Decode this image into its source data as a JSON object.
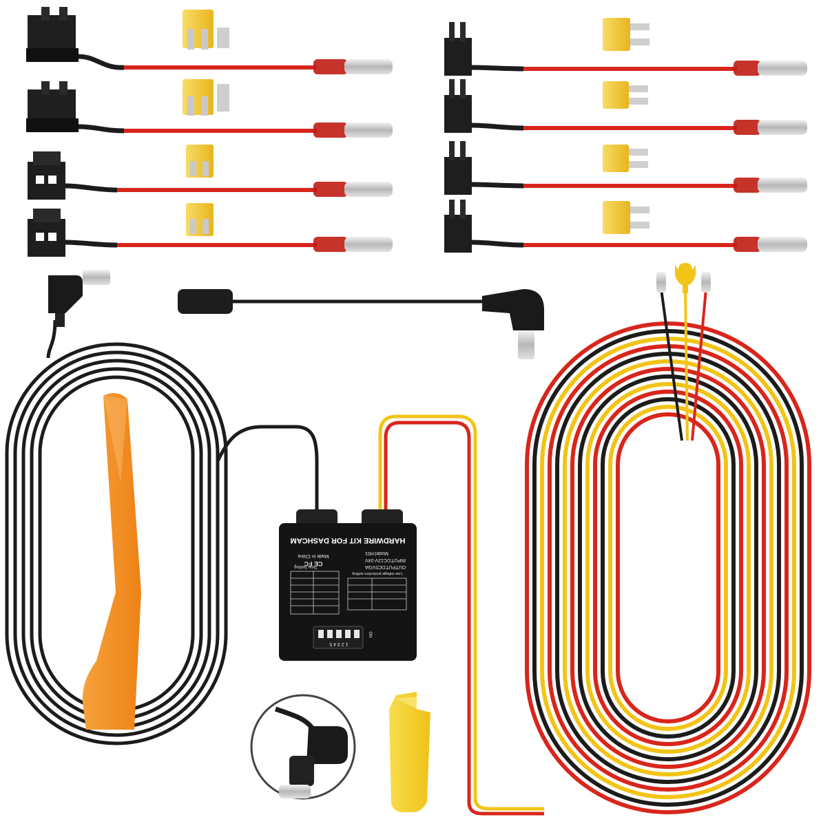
{
  "colors": {
    "background": "#ffffff",
    "wire_red": "#d8261c",
    "wire_black": "#1c1c1c",
    "wire_yellow": "#f2c417",
    "fuse_yellow": "#f4cf3a",
    "pry_tool_orange": "#f39123",
    "box_black": "#141414",
    "connector_black": "#222222"
  },
  "icons": {
    "fuse_tap": "fuse-tap-icon",
    "blade_fuse": "blade-fuse-icon",
    "usb_c_plug": "usb-c-plug-icon",
    "pry_tool": "pry-tool-icon",
    "fork_terminal": "fork-terminal-icon"
  },
  "module": {
    "title": "HARDWIRE KIT FOR DASHCAM",
    "model": "Model:H01",
    "input": "INPUT:DC12V-24V",
    "output": "OUTPUT:DC5V/3A",
    "made_in": "Made in China",
    "certs": "CE FC",
    "table_left_header": "Time Setting",
    "table_right_header": "Low voltage protection setting",
    "dip_labels": "1 2 3 4 5",
    "dip_caption": "ON"
  },
  "left_fuse_taps": [
    {
      "type": "standard"
    },
    {
      "type": "standard"
    },
    {
      "type": "low-profile-mini"
    },
    {
      "type": "low-profile-mini"
    }
  ],
  "right_fuse_taps": [
    {
      "type": "micro2"
    },
    {
      "type": "micro2"
    },
    {
      "type": "micro2"
    },
    {
      "type": "micro2"
    }
  ]
}
